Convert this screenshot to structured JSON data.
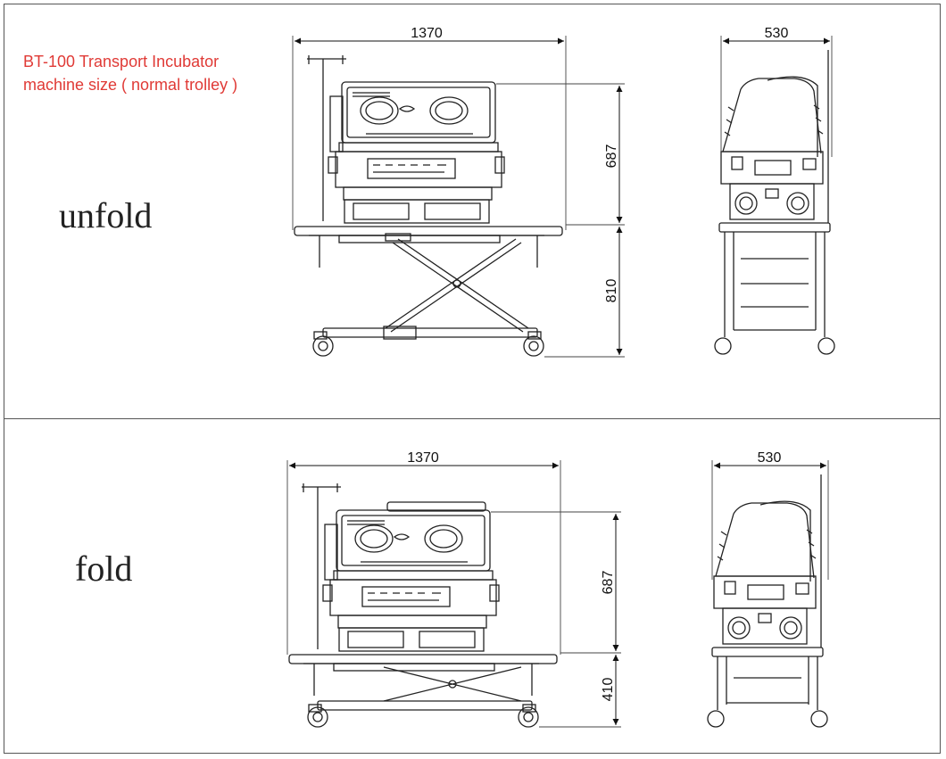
{
  "header": {
    "title_line1": "BT-100 Transport Incubator",
    "title_line2": "machine size ( normal trolley )"
  },
  "panels": {
    "unfold": {
      "label": "unfold",
      "dim_side_width": "1370",
      "dim_front_width": "530",
      "dim_incubator_height": "687",
      "dim_trolley_height": "810"
    },
    "fold": {
      "label": "fold",
      "dim_side_width": "1370",
      "dim_front_width": "530",
      "dim_incubator_height": "687",
      "dim_trolley_height": "410"
    }
  },
  "colors": {
    "title": "#e03a36",
    "line": "#222222"
  }
}
